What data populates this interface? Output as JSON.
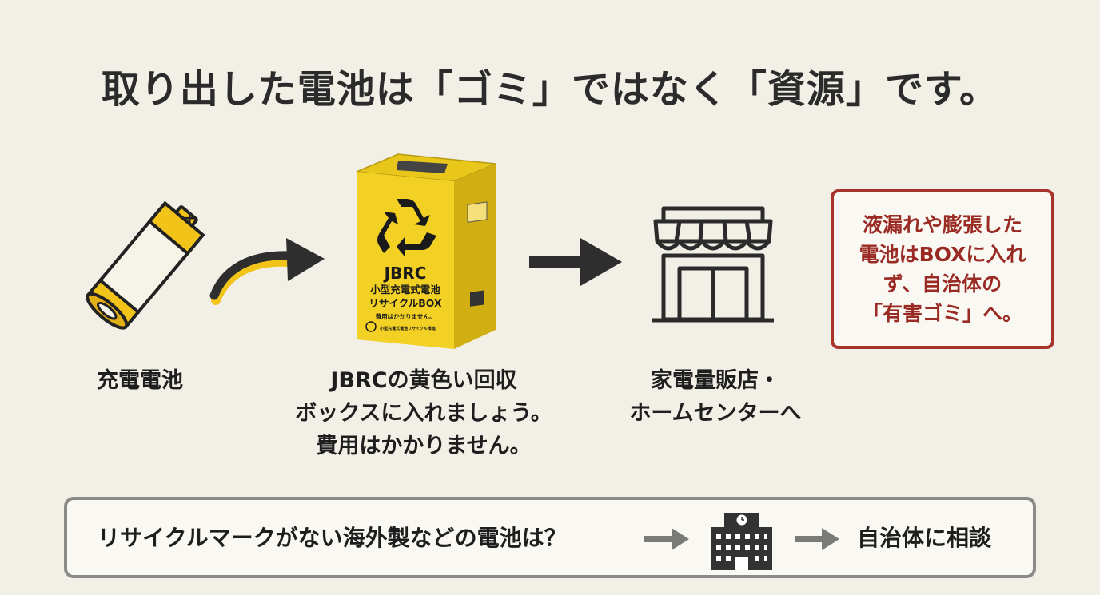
{
  "title": "取り出した電池は「ゴミ」ではなく「資源」です。",
  "steps": [
    {
      "icon": "battery-icon",
      "caption": [
        "充電電池"
      ]
    },
    {
      "icon": "recycling-box-icon",
      "caption": [
        "JBRCの黄色い回収",
        "ボックスに入れましょう。",
        "費用はかかりません。"
      ]
    },
    {
      "icon": "store-icon",
      "caption": [
        "家電量販店・",
        "ホームセンターへ"
      ]
    }
  ],
  "box_print": {
    "brand": "JBRC",
    "line1": "小型充電式電池",
    "line2": "リサイクルBOX",
    "line3": "費用はかかりません。",
    "footer": "小型充電式電池リサイクル推進"
  },
  "warning": {
    "lines": [
      "液漏れや膨張した",
      "電池はBOXに入れ",
      "ず、自治体の",
      "「有害ゴミ」へ。"
    ],
    "color": "#a8332b"
  },
  "bottom": {
    "question": "リサイクルマークがない海外製などの電池は？",
    "answer": "自治体に相談",
    "icon": "city-hall-icon"
  },
  "colors": {
    "accent_yellow": "#f2d024",
    "arrow_dark": "#333333",
    "warning_red": "#a8332b"
  }
}
